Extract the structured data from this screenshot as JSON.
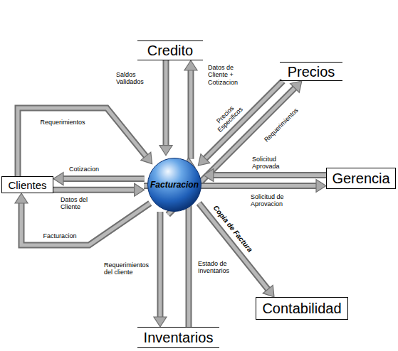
{
  "diagram": {
    "nodes": [
      {
        "text": [
          "Credito"
        ]
      },
      {
        "text": [
          "Precios"
        ]
      },
      {
        "text": [
          "Clientes"
        ]
      },
      {
        "text": [
          "Facturacion"
        ]
      },
      {
        "text": [
          "Gerencia"
        ]
      },
      {
        "text": [
          "Contabilidad"
        ]
      },
      {
        "text": [
          "Inventarios"
        ]
      }
    ],
    "edges": [
      {
        "from": 2,
        "to": 3,
        "label": "Requerimientos",
        "arrow": "to"
      },
      {
        "from": 3,
        "to": 2,
        "label": "Cotizacion",
        "arrow": "to"
      },
      {
        "from": 2,
        "to": 3,
        "label": "Datos del Cliente",
        "arrow": "to"
      },
      {
        "from": 3,
        "to": 2,
        "label": "Facturacion",
        "arrow": "to"
      },
      {
        "from": 0,
        "to": 3,
        "label": "Saldos Validados",
        "arrow": "to"
      },
      {
        "from": 3,
        "to": 0,
        "label": "Datos de Cliente + Cotizacion",
        "arrow": "to"
      },
      {
        "from": 1,
        "to": 3,
        "label": "Precios Especificos",
        "arrow": "to"
      },
      {
        "from": 3,
        "to": 1,
        "label": "Requerimientos",
        "arrow": "to"
      },
      {
        "from": 4,
        "to": 3,
        "label": "Solicitud Aprovada",
        "arrow": "to"
      },
      {
        "from": 3,
        "to": 4,
        "label": "Solicitud de Aprovacion",
        "arrow": "to"
      },
      {
        "from": 3,
        "to": 5,
        "label": "Copia de Factura",
        "arrow": "to"
      },
      {
        "from": 3,
        "to": 6,
        "label": "Requerimientos del cliente",
        "arrow": "to"
      },
      {
        "from": 6,
        "to": 3,
        "label": "Estado de Inventarios",
        "arrow": "to"
      }
    ]
  }
}
